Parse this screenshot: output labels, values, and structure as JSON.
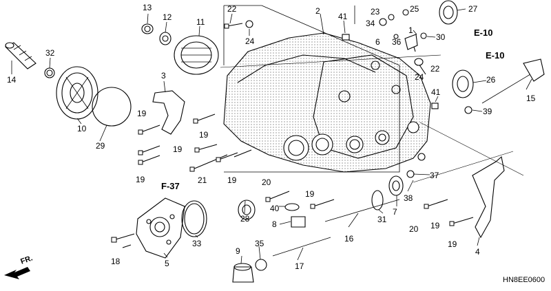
{
  "diagram": {
    "code": "HN8EE0600",
    "references": {
      "f37": "F-37",
      "e10_top": "E-10",
      "e10_mid": "E-10",
      "fr": "FR."
    },
    "callouts": {
      "c1": "1",
      "c2": "2",
      "c3": "3",
      "c4": "4",
      "c5": "5",
      "c6": "6",
      "c7": "7",
      "c8": "8",
      "c9": "9",
      "c10": "10",
      "c11": "11",
      "c12": "12",
      "c13": "13",
      "c14": "14",
      "c15": "15",
      "c16": "16",
      "c17": "17",
      "c18": "18",
      "c19a": "19",
      "c19b": "19",
      "c19c": "19",
      "c19d": "19",
      "c19e": "19",
      "c19f": "19",
      "c19g": "19",
      "c19h": "19",
      "c20a": "20",
      "c20b": "20",
      "c21": "21",
      "c22a": "22",
      "c22b": "22",
      "c23": "23",
      "c24a": "24",
      "c24b": "24",
      "c25": "25",
      "c26": "26",
      "c27": "27",
      "c28": "28",
      "c29": "29",
      "c30": "30",
      "c31": "31",
      "c32": "32",
      "c33": "33",
      "c34": "34",
      "c35": "35",
      "c36": "36",
      "c37": "37",
      "c38": "38",
      "c39": "39",
      "c40": "40",
      "c41a": "41",
      "c41b": "41"
    }
  }
}
